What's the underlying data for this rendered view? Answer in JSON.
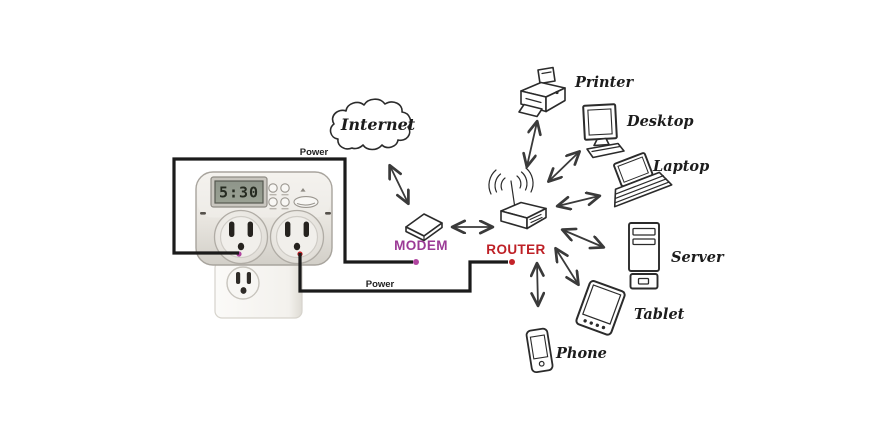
{
  "diagram": {
    "internet": {
      "label": "Internet"
    },
    "modem": {
      "label": "MODEM",
      "label_color": "#9b3a96"
    },
    "router": {
      "label": "ROUTER",
      "label_color": "#be2026"
    },
    "power_wires": [
      {
        "name": "outlet-to-modem",
        "label": "Power",
        "led_color": "#b0449f"
      },
      {
        "name": "outlet-to-router",
        "label": "Power",
        "led_color": "#c32329"
      }
    ],
    "timer_plug": {
      "display_time": "5:30"
    },
    "devices": [
      {
        "label": "Printer"
      },
      {
        "label": "Desktop"
      },
      {
        "label": "Laptop"
      },
      {
        "label": "Server"
      },
      {
        "label": "Tablet"
      },
      {
        "label": "Phone"
      }
    ],
    "colors": {
      "background": "#ffffff",
      "wire": "#1b1b1b",
      "arrow": "#3a3a3a",
      "sketch_stroke": "#2b2b2b"
    }
  }
}
